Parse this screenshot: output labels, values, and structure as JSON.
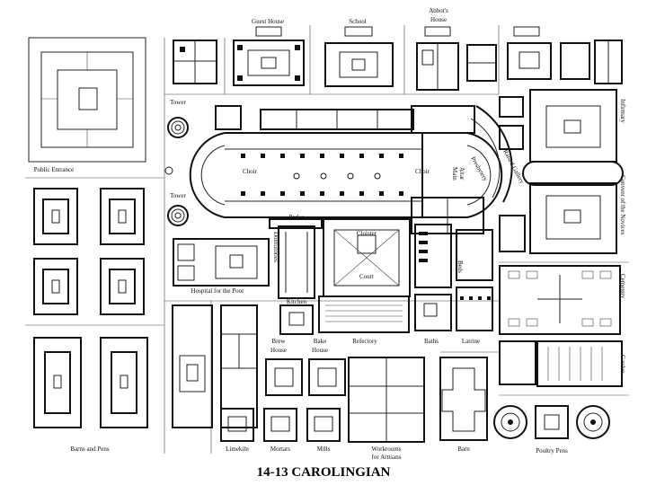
{
  "caption": "14-13 CAROLINGIAN",
  "labels": {
    "guest_house": "Guest House",
    "school": "School",
    "abbots_house_1": "Abbot's",
    "abbots_house_2": "House",
    "tower_top": "Tower",
    "tower_bottom": "Tower",
    "public_entrance": "Public Entrance",
    "choir_west": "Choir",
    "choir_east": "Choir",
    "main_1": "Main",
    "main_2": "Altar",
    "presbytery": "Presbytery",
    "raised_gallery": "Raised Gallery",
    "infirmary": "Infirmary",
    "convent_of_novices": "Convent of the Novices",
    "parlor": "Parlor",
    "dormitories": "Dormitories",
    "cloister": "Cloister",
    "court": "Court",
    "beds": "Beds",
    "hospital_for_the_poor": "Hospital for the Poor",
    "kitchen": "Kitchen",
    "brew_house_1": "Brew",
    "brew_house_2": "House",
    "bake_house_1": "Bake",
    "bake_house_2": "House",
    "refectory": "Refectory",
    "baths": "Baths",
    "latrine": "Latrine",
    "cemetery": "Cemetery",
    "garden": "Garden",
    "barns_and_pens": "Barns and Pens",
    "limekiln": "Limekiln",
    "mortars": "Mortars",
    "mills": "Mills",
    "workrooms_1": "Workrooms",
    "workrooms_2": "for Artisans",
    "barn": "Barn",
    "poultry_pens": "Poultry Pens"
  }
}
